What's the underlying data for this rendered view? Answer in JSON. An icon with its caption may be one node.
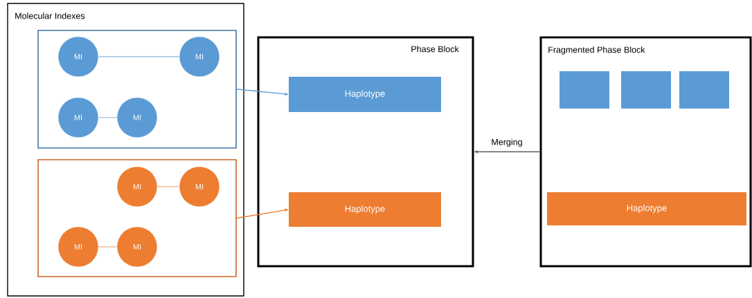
{
  "diagram": {
    "nodes": [
      {
        "text": [
          "Molecular Indexes"
        ]
      },
      {
        "text": [],
        "shape": "box",
        "in": 0
      },
      {
        "text": [
          "MI"
        ],
        "in": 1
      },
      {
        "text": [
          "MI"
        ],
        "in": 1
      },
      {
        "text": [
          "MI"
        ],
        "in": 1
      },
      {
        "text": [
          "MI"
        ],
        "in": 1
      },
      {
        "text": [],
        "shape": "box",
        "in": 0
      },
      {
        "text": [
          "MI"
        ],
        "in": 6
      },
      {
        "text": [
          "MI"
        ],
        "in": 6
      },
      {
        "text": [
          "MI"
        ],
        "in": 6
      },
      {
        "text": [
          "MI"
        ],
        "in": 6
      },
      {
        "text": [
          "Phase Block"
        ]
      },
      {
        "text": [
          "Haplotype"
        ],
        "in": 11
      },
      {
        "text": [
          "Haplotype"
        ],
        "in": 11
      },
      {
        "text": [
          "Fragmented Phase Block"
        ]
      },
      {
        "text": [],
        "shape": "box",
        "in": 14
      },
      {
        "text": [],
        "shape": "box",
        "in": 14
      },
      {
        "text": [],
        "shape": "box",
        "in": 14
      },
      {
        "text": [
          "Haplotype"
        ],
        "in": 14
      }
    ],
    "edges": [
      {
        "from": 2,
        "to": 3,
        "arrow": "none",
        "color": "#9dc3e6"
      },
      {
        "from": 4,
        "to": 5,
        "arrow": "none",
        "color": "#9dc3e6"
      },
      {
        "from": 7,
        "to": 8,
        "arrow": "none",
        "color": "#f4b183"
      },
      {
        "from": 9,
        "to": 10,
        "arrow": "none",
        "color": "#f4b183"
      },
      {
        "from": 1,
        "to": 12,
        "arrow": "to",
        "color": "#5b9bd5"
      },
      {
        "from": 6,
        "to": 13,
        "arrow": "to",
        "color": "#ed7d31"
      },
      {
        "from": 14,
        "to": 11,
        "arrow": "to",
        "label": "Merging",
        "color": "#595959"
      }
    ]
  }
}
